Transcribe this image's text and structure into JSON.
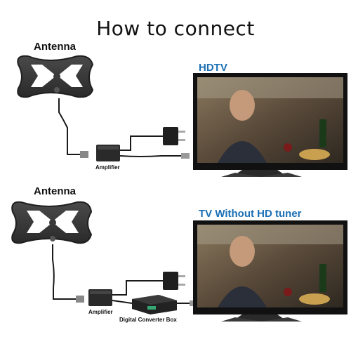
{
  "title": "How to connect",
  "top": {
    "antenna_label": "Antenna",
    "tv_label": "HDTV",
    "amplifier_label": "Amplifier"
  },
  "bottom": {
    "antenna_label": "Antenna",
    "tv_label": "TV Without HD tuner",
    "amplifier_label": "Amplifier",
    "converter_label": "Digital Converter Box"
  },
  "colors": {
    "tv_label": "#1a6fb5",
    "antenna_body": "#3a3a3a",
    "tv_frame": "#1c1c1c"
  }
}
